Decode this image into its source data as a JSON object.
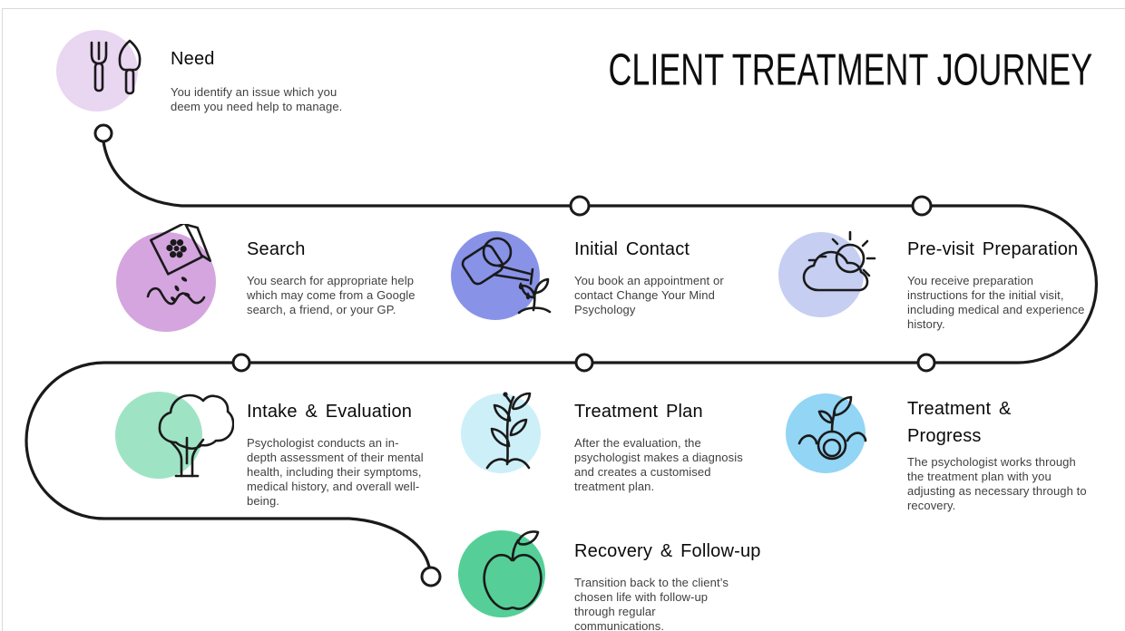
{
  "page": {
    "title": "CLIENT TREATMENT JOURNEY"
  },
  "colors": {
    "background": "#ffffff",
    "line_art": "#1a1a1a",
    "node_fill": "#ffffff",
    "page_edge": "#d9d9d9"
  },
  "steps": [
    {
      "id": "need",
      "title": "Need",
      "description": "You identify an issue which you deem you need help to manage.",
      "icon": "garden-tools-icon",
      "circle_color": "#e9d6f1"
    },
    {
      "id": "search",
      "title": "Search",
      "description": "You search for appropriate help which may come from a Google search, a friend, or your GP.",
      "icon": "seed-packet-icon",
      "circle_color": "#d5a5df"
    },
    {
      "id": "initial-contact",
      "title": "Initial Contact",
      "description": "You book an appointment or contact Change Your Mind Psychology",
      "icon": "watering-can-icon",
      "circle_color": "#8893e8"
    },
    {
      "id": "previsit-preparation",
      "title": "Pre-visit Preparation",
      "description": "You receive preparation instructions for the initial visit, including medical and experience history.",
      "icon": "sun-cloud-icon",
      "circle_color": "#c6cef2"
    },
    {
      "id": "intake-evaluation",
      "title": "Intake & Evaluation",
      "description": "Psychologist conducts an in-depth assessment of their mental health, including their symptoms, medical history, and overall well-being.",
      "icon": "tree-icon",
      "circle_color": "#9fe3c5"
    },
    {
      "id": "treatment-plan",
      "title": "Treatment Plan",
      "description": "After the evaluation, the psychologist makes a diagnosis and creates a customised treatment plan.",
      "icon": "seedling-icon",
      "circle_color": "#cdeff8"
    },
    {
      "id": "treatment-progress",
      "title": "Treatment & Progress",
      "description": "The psychologist works through the treatment plan with you adjusting as necessary through to recovery.",
      "icon": "sprouting-seed-icon",
      "circle_color": "#92d5f4"
    },
    {
      "id": "recovery-followup",
      "title": "Recovery & Follow-up",
      "description": "Transition back to the client’s chosen life with follow-up through regular communications.",
      "icon": "apple-icon",
      "circle_color": "#55cf97"
    }
  ]
}
